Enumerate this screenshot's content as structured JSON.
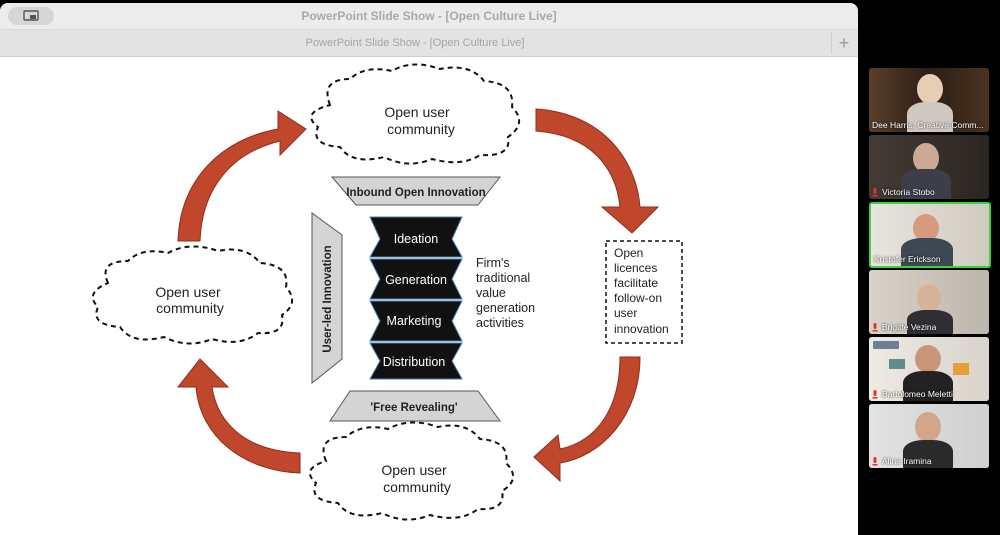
{
  "window": {
    "title": "PowerPoint Slide Show - [Open Culture Live]",
    "tab_title": "PowerPoint Slide Show - [Open Culture Live]",
    "new_tab_label": "+"
  },
  "slide": {
    "top_cloud": "Open user community",
    "left_cloud": "Open user community",
    "bottom_cloud": "Open user community",
    "inbound_banner": "Inbound Open Innovation",
    "free_revealing_banner": "'Free Revealing'",
    "side_label": "User-led Innovation",
    "stages": [
      "Ideation",
      "Generation",
      "Marketing",
      "Distribution"
    ],
    "firm_text": [
      "Firm's",
      "traditional",
      "value",
      "generation",
      "activities"
    ],
    "licence_box": [
      "Open",
      "licences",
      "facilitate",
      "follow-on",
      "user",
      "innovation"
    ]
  },
  "participants": [
    {
      "name": "Dee Harris, Creative Comm...",
      "muted": false,
      "active": false
    },
    {
      "name": "Victoria Stobo",
      "muted": true,
      "active": false
    },
    {
      "name": "Kristofer Erickson",
      "muted": false,
      "active": true
    },
    {
      "name": "Brigitte Vezina",
      "muted": true,
      "active": false
    },
    {
      "name": "Bartolomeo Meletti",
      "muted": true,
      "active": false
    },
    {
      "name": "Aline Iramina",
      "muted": true,
      "active": false
    }
  ],
  "colors": {
    "arrow": "#c0462c",
    "stage_box": "#111111",
    "banner": "#d4d4d4",
    "active_speaker": "#3bd23b",
    "mute_icon": "#e0342b"
  }
}
